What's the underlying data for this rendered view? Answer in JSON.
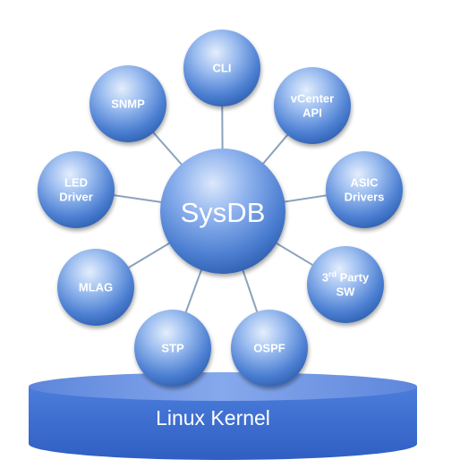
{
  "diagram": {
    "hub": {
      "label": "SysDB"
    },
    "nodes": [
      {
        "id": "cli",
        "lines": [
          "CLI"
        ]
      },
      {
        "id": "vcenter",
        "lines": [
          "vCenter",
          "API"
        ]
      },
      {
        "id": "asic",
        "lines": [
          "ASIC",
          "Drivers"
        ]
      },
      {
        "id": "3rdparty",
        "lines": [
          "3rd Party",
          "SW"
        ]
      },
      {
        "id": "ospf",
        "lines": [
          "OSPF"
        ]
      },
      {
        "id": "stp",
        "lines": [
          "STP"
        ]
      },
      {
        "id": "mlag",
        "lines": [
          "MLAG"
        ]
      },
      {
        "id": "led",
        "lines": [
          "LED",
          "Driver"
        ]
      },
      {
        "id": "snmp",
        "lines": [
          "SNMP"
        ]
      }
    ],
    "base": {
      "label": "Linux Kernel"
    },
    "colors": {
      "node_light": "#c9dcf7",
      "node_mid": "#6f9de3",
      "node_dark": "#2f62b5",
      "edge": "#8aa2bd",
      "base_top": "#6e95e6",
      "base_body": "#3d6ed3"
    }
  }
}
